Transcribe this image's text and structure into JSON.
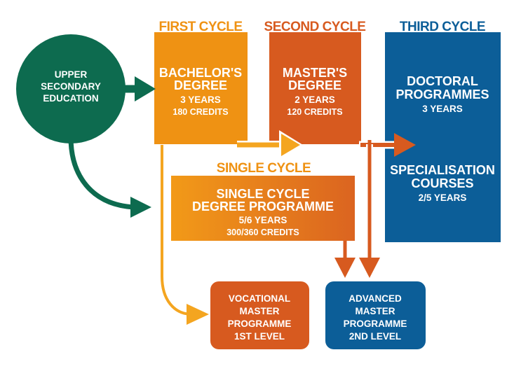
{
  "colors": {
    "green": "#0d6b4f",
    "orange": "#ef9213",
    "orange_light": "#f4a520",
    "red_orange": "#d75a1f",
    "blue": "#0c5e98",
    "white": "#ffffff"
  },
  "upper_secondary": {
    "line1": "UPPER",
    "line2": "SECONDARY",
    "line3": "EDUCATION"
  },
  "first_cycle": {
    "heading": "FIRST CYCLE",
    "line1": "BACHELOR'S",
    "line2": "DEGREE",
    "line3": "3 YEARS",
    "line4": "180 CREDITS"
  },
  "second_cycle": {
    "heading": "SECOND CYCLE",
    "line1": "MASTER'S",
    "line2": "DEGREE",
    "line3": "2 YEARS",
    "line4": "120 CREDITS"
  },
  "third_cycle": {
    "heading": "THIRD CYCLE",
    "doctoral_line1": "DOCTORAL",
    "doctoral_line2": "PROGRAMMES",
    "doctoral_line3": "3 YEARS",
    "spec_line1": "SPECIALISATION",
    "spec_line2": "COURSES",
    "spec_line3": "2/5 YEARS"
  },
  "single_cycle": {
    "heading": "SINGLE CYCLE",
    "line1": "SINGLE CYCLE",
    "line2": "DEGREE PROGRAMME",
    "line3": "5/6 YEARS",
    "line4": "300/360 CREDITS"
  },
  "vocational_master": {
    "line1": "VOCATIONAL",
    "line2": "MASTER",
    "line3": "PROGRAMME",
    "line4": "1ST LEVEL"
  },
  "advanced_master": {
    "line1": "ADVANCED",
    "line2": "MASTER",
    "line3": "PROGRAMME",
    "line4": "2ND LEVEL"
  }
}
